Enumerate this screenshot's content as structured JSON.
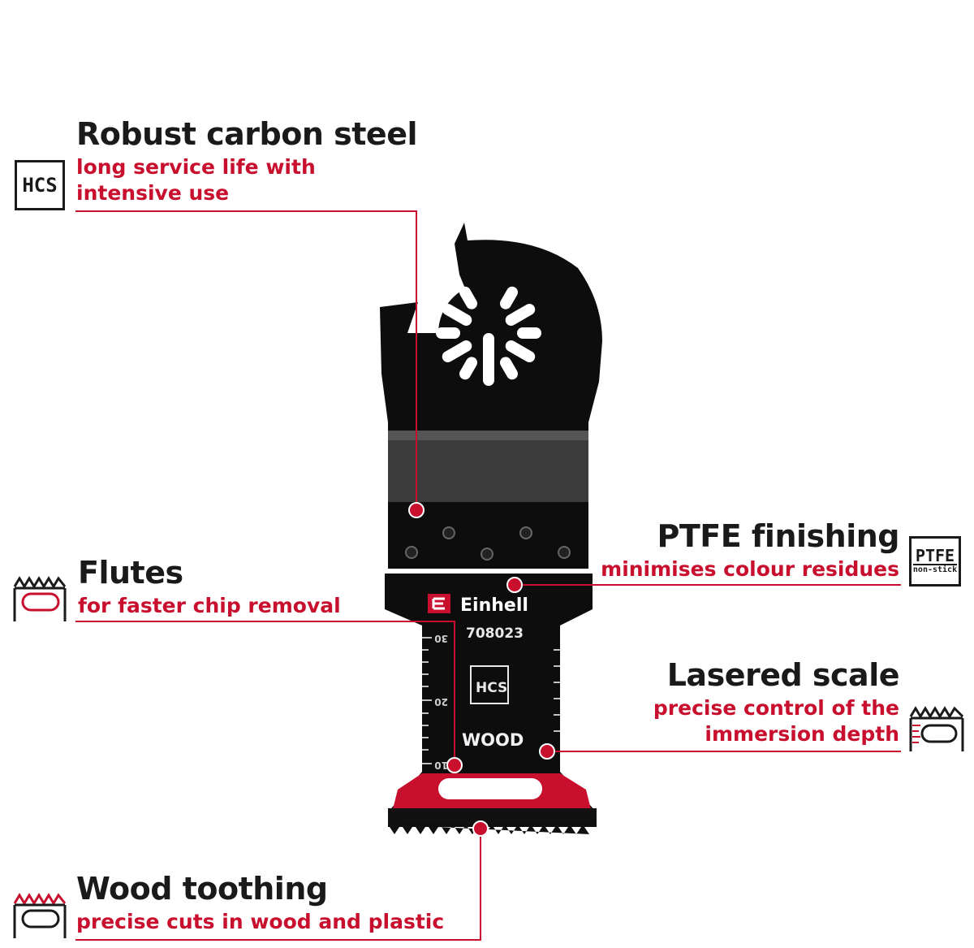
{
  "features": {
    "carbon": {
      "title": "Robust carbon steel",
      "line1": "long service life with",
      "line2": "intensive use",
      "badge": "HCS"
    },
    "flutes": {
      "title": "Flutes",
      "subtitle": "for faster chip removal"
    },
    "ptfe": {
      "title": "PTFE finishing",
      "subtitle": "minimises colour residues",
      "badge_main": "PTFE",
      "badge_sub": "non-stick"
    },
    "scale": {
      "title": "Lasered scale",
      "line1": "precise control of the",
      "line2": "immersion depth"
    },
    "toothing": {
      "title": "Wood toothing",
      "subtitle": "precise cuts in wood and plastic"
    }
  },
  "blade": {
    "brand": "Einhell",
    "article_number": "708023",
    "material_mark": "HCS",
    "application": "WOOD",
    "scale_marks": [
      "30",
      "20",
      "10"
    ]
  },
  "colors": {
    "accent": "#c8102e",
    "blade": "#0d0d0d",
    "text": "#1a1a1a"
  }
}
